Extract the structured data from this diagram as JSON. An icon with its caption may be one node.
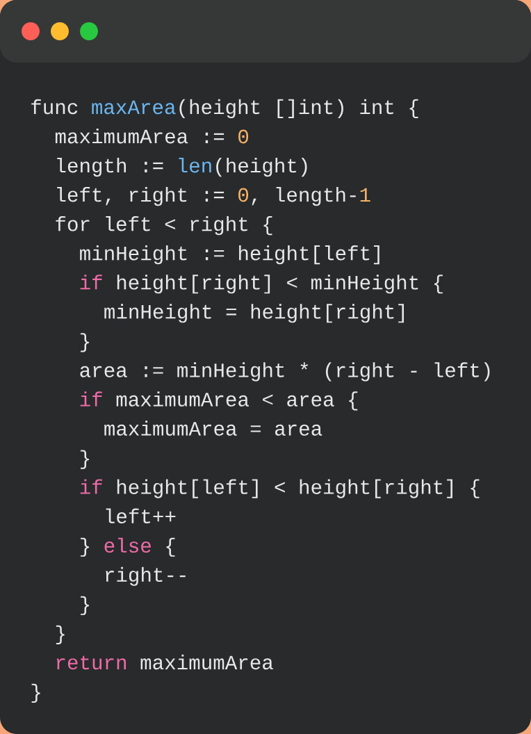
{
  "diagram": {
    "labels": [
      "func",
      "maxArea",
      "(height []int) int {",
      "maximumArea :=",
      "0",
      "length :=",
      "len",
      "(height)",
      "left, right :=",
      "0",
      ", length-",
      "1",
      "for left < right {",
      "minHeight := height[left]",
      "if",
      "height[right] < minHeight {",
      "minHeight = height[right]",
      "}",
      "area := minHeight * (right - left)",
      "if",
      "maximumArea < area {",
      "maximumArea = area",
      "}",
      "if",
      "height[left] < height[right] {",
      "left++",
      "}",
      "else",
      "{",
      "right--",
      "}",
      "}",
      "return",
      "maximumArea",
      "}"
    ]
  }
}
